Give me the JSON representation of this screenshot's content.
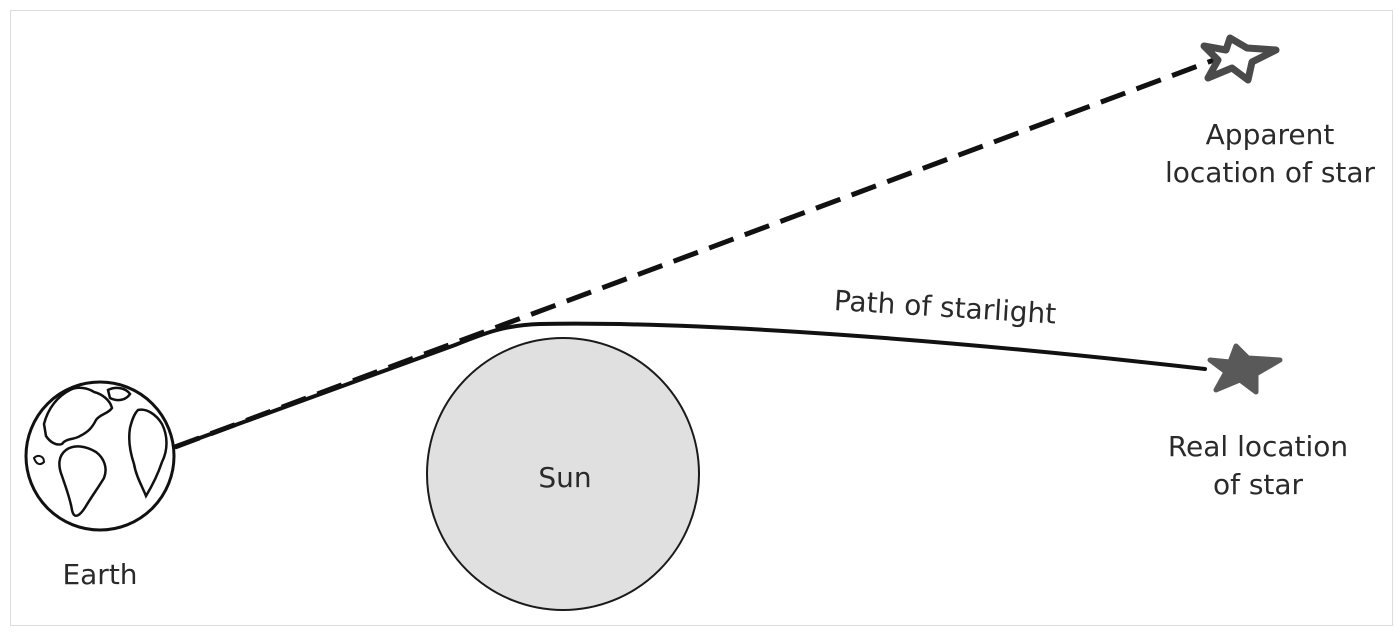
{
  "labels": {
    "earth": "Earth",
    "sun": "Sun",
    "path_of_starlight": "Path of starlight",
    "apparent_star_line1": "Apparent",
    "apparent_star_line2": "location of star",
    "real_star_line1": "Real location",
    "real_star_line2": "of star"
  },
  "colors": {
    "sun_fill": "#e0e0e0",
    "outline": "#1a1a1a",
    "real_star_fill": "#595959",
    "apparent_star_fill": "#ffffff",
    "text": "#2a2a2a"
  },
  "icons": {
    "earth": "globe-icon",
    "apparent_star": "star-outline-icon",
    "real_star": "star-filled-icon"
  }
}
